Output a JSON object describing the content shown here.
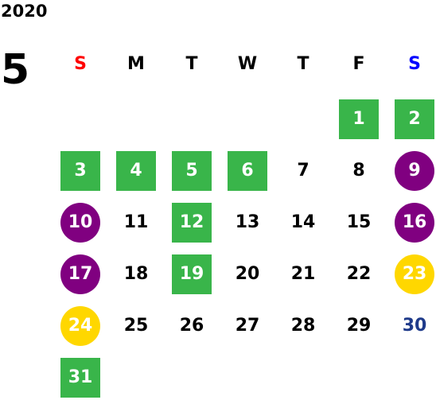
{
  "calendar": {
    "year": "2020",
    "month": "5",
    "weekdays": [
      {
        "label": "S",
        "color": "#ff0000"
      },
      {
        "label": "M",
        "color": "#000000"
      },
      {
        "label": "T",
        "color": "#000000"
      },
      {
        "label": "W",
        "color": "#000000"
      },
      {
        "label": "T",
        "color": "#000000"
      },
      {
        "label": "F",
        "color": "#000000"
      },
      {
        "label": "S",
        "color": "#0000ff"
      }
    ],
    "weeks": [
      [
        null,
        null,
        null,
        null,
        null,
        {
          "day": "1",
          "style": "green"
        },
        {
          "day": "2",
          "style": "green"
        }
      ],
      [
        {
          "day": "3",
          "style": "green"
        },
        {
          "day": "4",
          "style": "green"
        },
        {
          "day": "5",
          "style": "green"
        },
        {
          "day": "6",
          "style": "green"
        },
        {
          "day": "7",
          "style": "plain"
        },
        {
          "day": "8",
          "style": "plain"
        },
        {
          "day": "9",
          "style": "purple"
        }
      ],
      [
        {
          "day": "10",
          "style": "purple"
        },
        {
          "day": "11",
          "style": "plain"
        },
        {
          "day": "12",
          "style": "green"
        },
        {
          "day": "13",
          "style": "plain"
        },
        {
          "day": "14",
          "style": "plain"
        },
        {
          "day": "15",
          "style": "plain"
        },
        {
          "day": "16",
          "style": "purple"
        }
      ],
      [
        {
          "day": "17",
          "style": "purple"
        },
        {
          "day": "18",
          "style": "plain"
        },
        {
          "day": "19",
          "style": "green"
        },
        {
          "day": "20",
          "style": "plain"
        },
        {
          "day": "21",
          "style": "plain"
        },
        {
          "day": "22",
          "style": "plain"
        },
        {
          "day": "23",
          "style": "yellow"
        }
      ],
      [
        {
          "day": "24",
          "style": "yellow"
        },
        {
          "day": "25",
          "style": "plain"
        },
        {
          "day": "26",
          "style": "plain"
        },
        {
          "day": "27",
          "style": "plain"
        },
        {
          "day": "28",
          "style": "plain"
        },
        {
          "day": "29",
          "style": "plain"
        },
        {
          "day": "30",
          "style": "blue"
        }
      ],
      [
        {
          "day": "31",
          "style": "green"
        },
        null,
        null,
        null,
        null,
        null,
        null
      ]
    ],
    "colors": {
      "green": "#39b54a",
      "purple": "#800080",
      "yellow": "#ffd700",
      "blue_text": "#1e3a8a"
    }
  }
}
